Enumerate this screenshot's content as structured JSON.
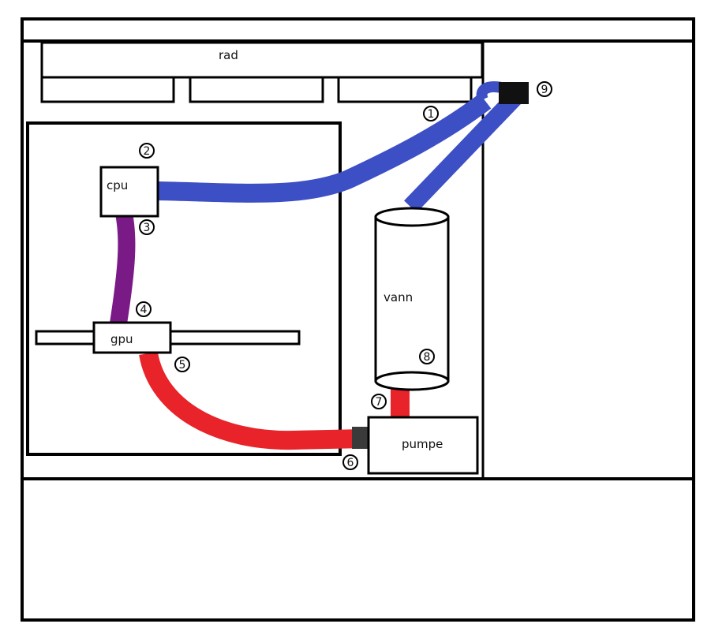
{
  "labels": {
    "rad": "rad",
    "cpu": "cpu",
    "gpu": "gpu",
    "vann": "vann",
    "pumpe": "pumpe"
  },
  "markers": [
    "1",
    "2",
    "3",
    "4",
    "5",
    "6",
    "7",
    "8",
    "9"
  ],
  "colors": {
    "cold_tube": "#3d4fc4",
    "warm_tube": "#e8232a",
    "mid_tube": "#7a1a86",
    "fitting": "#3a3a3a",
    "outline": "#000000"
  }
}
